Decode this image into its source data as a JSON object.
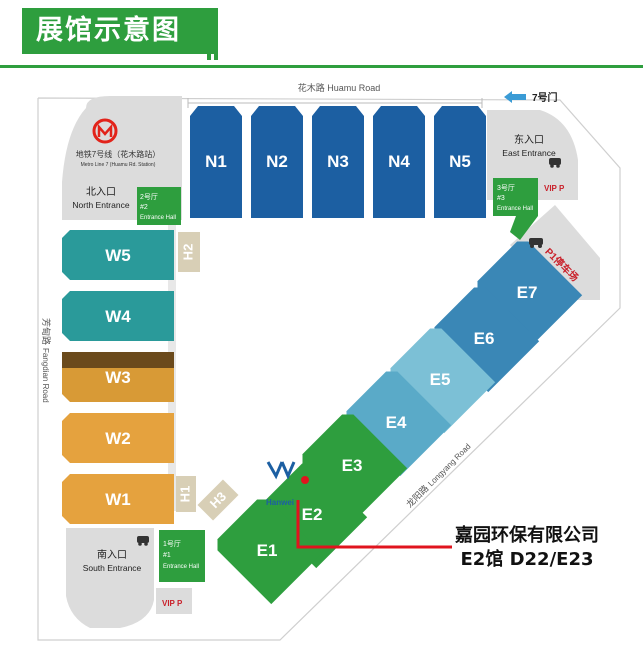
{
  "header": {
    "title": "展馆示意图"
  },
  "roads": {
    "north": "花木路  Huamu Road",
    "west_cn": "芳甸路",
    "west_en": "Fangdian Road",
    "southeast_cn": "龙阳路",
    "southeast_en": "Longyang Road"
  },
  "gate7": "7号门",
  "metro": {
    "cn": "地铁7号线（花木路站）",
    "en": "Metro Line 7 (Huamu Rd. Station)"
  },
  "entrances": {
    "north": {
      "cn": "北入口",
      "en": "North Entrance"
    },
    "east": {
      "cn": "东入口",
      "en": "East Entrance"
    },
    "south": {
      "cn": "南入口",
      "en": "South Entrance"
    }
  },
  "entrance_halls": [
    {
      "cn": "2号厅",
      "num": "#2",
      "en": "Entrance Hall"
    },
    {
      "cn": "3号厅",
      "num": "#3",
      "en": "Entrance Hall"
    },
    {
      "cn": "1号厅",
      "num": "#1",
      "en": "Entrance Hall"
    }
  ],
  "vip": "VIP P",
  "parking": "P1停车场",
  "halls": {
    "north": [
      "N1",
      "N2",
      "N3",
      "N4",
      "N5"
    ],
    "west": [
      "W5",
      "W4",
      "W3",
      "W2",
      "W1"
    ],
    "east": [
      "E7",
      "E6",
      "E5",
      "E4",
      "E3",
      "E2",
      "E1"
    ],
    "connectors": [
      "H2",
      "H1",
      "H3"
    ]
  },
  "exhibitor_logo": "Hanwei",
  "callout": {
    "company": "嘉园环保有限公司",
    "booth": "E2馆 D22/E23"
  },
  "colors": {
    "header_green": "#2e9e3e",
    "north_blue": "#1c5fa2",
    "west_teal": "#2a9a9a",
    "w3_brown": "#6b4a1c",
    "w3_gold": "#d89a36",
    "west_gold": "#e5a23e",
    "east_dark_blue": "#3a87b6",
    "east_mid_blue": "#5aaac8",
    "east_light_blue": "#7cc0d6",
    "east_green": "#2e9e3e",
    "entrance_hall": "#2e9e3e",
    "connector": "#d8cfb6",
    "plaza": "#dcdcdc",
    "vip_red": "#c9202a",
    "callout_line": "#e0141e"
  }
}
